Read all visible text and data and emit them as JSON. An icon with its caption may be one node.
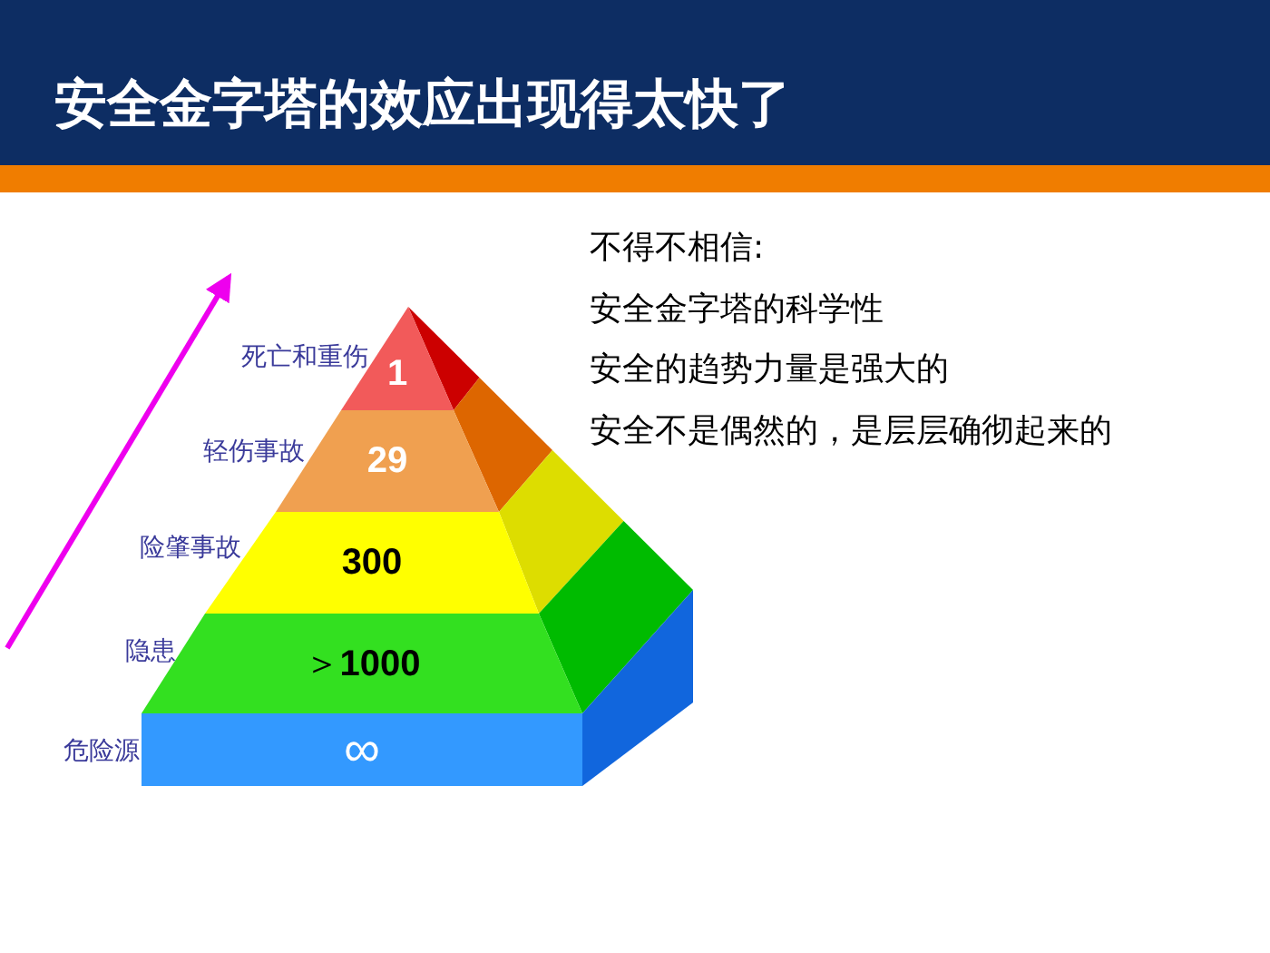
{
  "diagram": {
    "title": "安全金字塔的效应出现得太快了",
    "nodes": [
      {
        "text": [
          "1"
        ],
        "beside": [
          "死亡和重伤"
        ]
      },
      {
        "text": [
          "29"
        ],
        "beside": [
          "轻伤事故"
        ]
      },
      {
        "text": [
          "300"
        ],
        "beside": [
          "险肇事故"
        ]
      },
      {
        "text": [
          "＞**1000**"
        ],
        "beside": [
          "隐患"
        ]
      },
      {
        "text": [
          "∞"
        ],
        "beside": [
          "危险源"
        ]
      }
    ],
    "edges": [],
    "labels": [
      "不得不相信:",
      "安全金字塔的科学性",
      "安全的趋势力量是强大的",
      "安全不是偶然的，是层层确彻起来的"
    ]
  }
}
